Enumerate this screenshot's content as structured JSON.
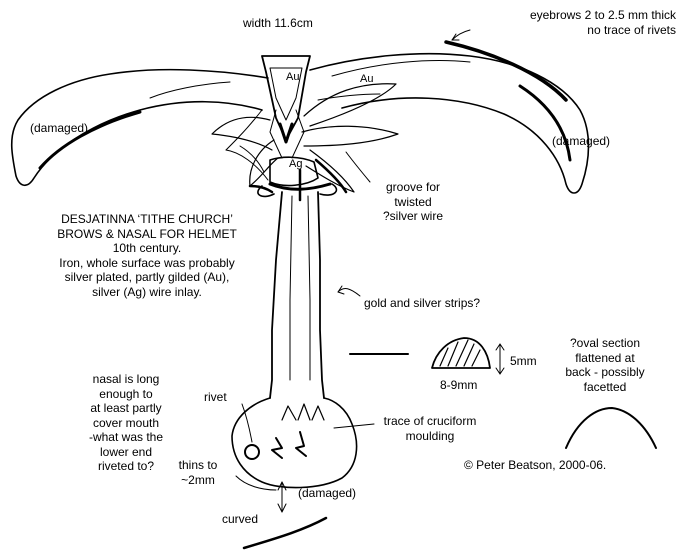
{
  "labels": {
    "width": "width 11.6cm",
    "eyebrows_line1": "eyebrows 2 to 2.5 mm thick",
    "eyebrows_line2": "no trace of rivets",
    "damaged_left": "(damaged)",
    "damaged_right": "(damaged)",
    "damaged_bottom": "(damaged)",
    "au_center": "Au",
    "au_right": "Au",
    "ag": "Ag",
    "groove_line1": "groove for",
    "groove_line2": "twisted",
    "groove_line3": "?silver wire",
    "strips": "gold and silver strips?",
    "section_height": "5mm",
    "section_width": "8-9mm",
    "oval_line1": "?oval section",
    "oval_line2": "flattened at",
    "oval_line3": "back - possibly",
    "oval_line4": "facetted",
    "nasal_line1": "nasal is long",
    "nasal_line2": "enough to",
    "nasal_line3": "at least partly",
    "nasal_line4": "cover mouth",
    "nasal_line5": "-what was the",
    "nasal_line6": "lower end",
    "nasal_line7": "riveted to?",
    "rivet": "rivet",
    "cruciform_line1": "trace of cruciform",
    "cruciform_line2": "moulding",
    "thins_line1": "thins to",
    "thins_line2": "~2mm",
    "curved": "curved",
    "copyright": "© Peter Beatson, 2000-06."
  },
  "description": {
    "line1": "DESJATINNA ‘TITHE CHURCH’",
    "line2": "BROWS & NASAL FOR HELMET",
    "line3": "10th century.",
    "line4": "Iron, whole surface was probably",
    "line5": "silver plated, partly gilded (Au),",
    "line6": "silver (Ag) wire inlay."
  }
}
